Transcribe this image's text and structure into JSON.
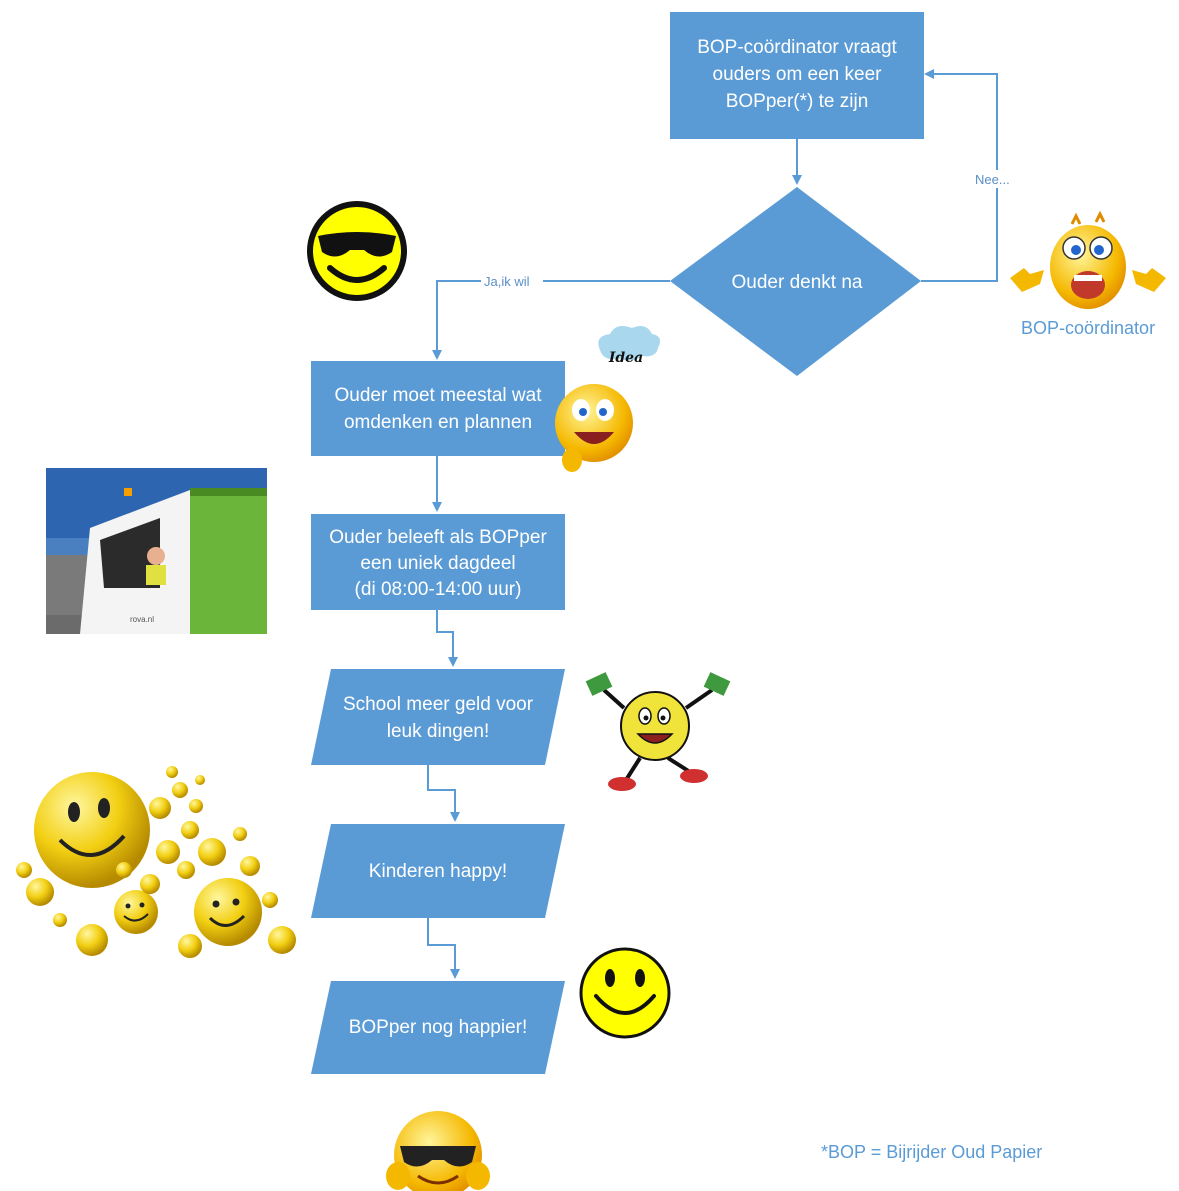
{
  "nodes": {
    "ask": [
      "BOP-coördinator vraagt",
      "ouders om een keer",
      "BOPper(*) te zijn"
    ],
    "decide": [
      "Ouder denkt na"
    ],
    "plan": [
      "Ouder moet meestal wat",
      "omdenken en plannen"
    ],
    "experience": [
      "Ouder beleeft als BOPper",
      "een uniek dagdeel",
      "(di 08:00-14:00 uur)"
    ],
    "money": [
      "School meer geld voor",
      "leuk dingen!"
    ],
    "kids": [
      "Kinderen happy!"
    ],
    "bopper": [
      "BOPper nog  happier!"
    ]
  },
  "edges": {
    "yes_label": "Ja,ik wil",
    "no_label": "Nee..."
  },
  "images": {
    "idea_bubble_text": "Idea",
    "truck_text": "rova.nl"
  },
  "captions": {
    "coordinator": "BOP-coördinator",
    "footnote": "*BOP = Bijrijder Oud Papier"
  },
  "colors": {
    "shape_fill": "#5b9bd5",
    "smiley_yellow": "#ffe600"
  }
}
